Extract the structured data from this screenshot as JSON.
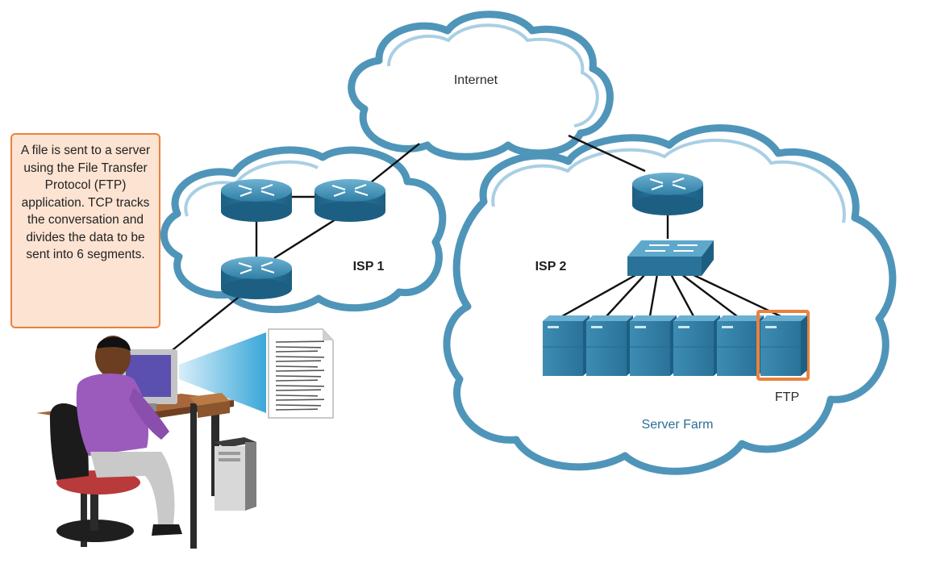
{
  "labels": {
    "internet": "Internet",
    "isp1": "ISP 1",
    "isp2": "ISP 2",
    "ftp": "FTP",
    "server_farm": "Server Farm"
  },
  "callout": {
    "text": "A file is sent to a server using the File Transfer Protocol (FTP) application. TCP tracks the conversation and divides the data to be sent into 6 segments."
  },
  "colors": {
    "cloud_border": "#4f95b9",
    "device_blue": "#2f7fa6",
    "callout_fill": "#fce3d2",
    "callout_border": "#e8823f",
    "ftp_highlight": "#e8823f"
  },
  "icons": [
    "router-icon",
    "switch-icon",
    "server-icon",
    "document-icon",
    "workstation-icon"
  ]
}
